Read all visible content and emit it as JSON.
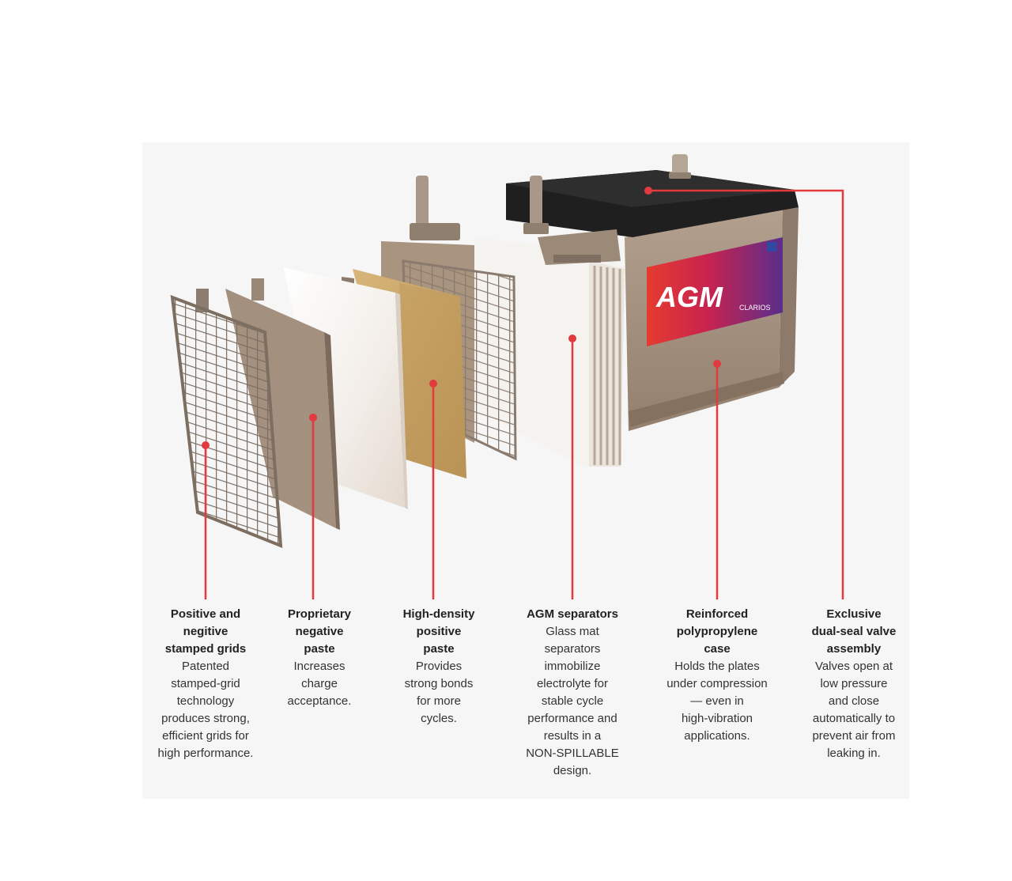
{
  "colors": {
    "leader": "#e23a3f",
    "tan": "#a4907e",
    "tan_dark": "#6f5f52",
    "lid": "#1c1c1c",
    "paste": "#c9a260",
    "separator": "#f4f2ef"
  },
  "label": {
    "brand": "AGM",
    "maker": "CLARIOS"
  },
  "callouts": [
    {
      "title": "Positive and\nnegitive\nstamped grids",
      "desc": "Patented\nstamped-grid\ntechnology\nproduces strong,\nefficient grids for\nhigh performance."
    },
    {
      "title": "Proprietary\nnegative\npaste",
      "desc": "Increases\ncharge\nacceptance."
    },
    {
      "title": "High-density\npositive\npaste",
      "desc": "Provides\nstrong bonds\nfor more\ncycles."
    },
    {
      "title": "AGM separators",
      "desc": "Glass mat\nseparators\nimmobilize\nelectrolyte for\nstable cycle\nperformance and\nresults in a\nNON-SPILLABLE\ndesign."
    },
    {
      "title": "Reinforced\npolypropylene\ncase",
      "desc": "Holds the plates\nunder compression\n— even in\nhigh-vibration\napplications."
    },
    {
      "title": "Exclusive\ndual-seal valve\nassembly",
      "desc": "Valves open at\nlow pressure\nand close\nautomatically to\nprevent air from\nleaking in."
    }
  ]
}
